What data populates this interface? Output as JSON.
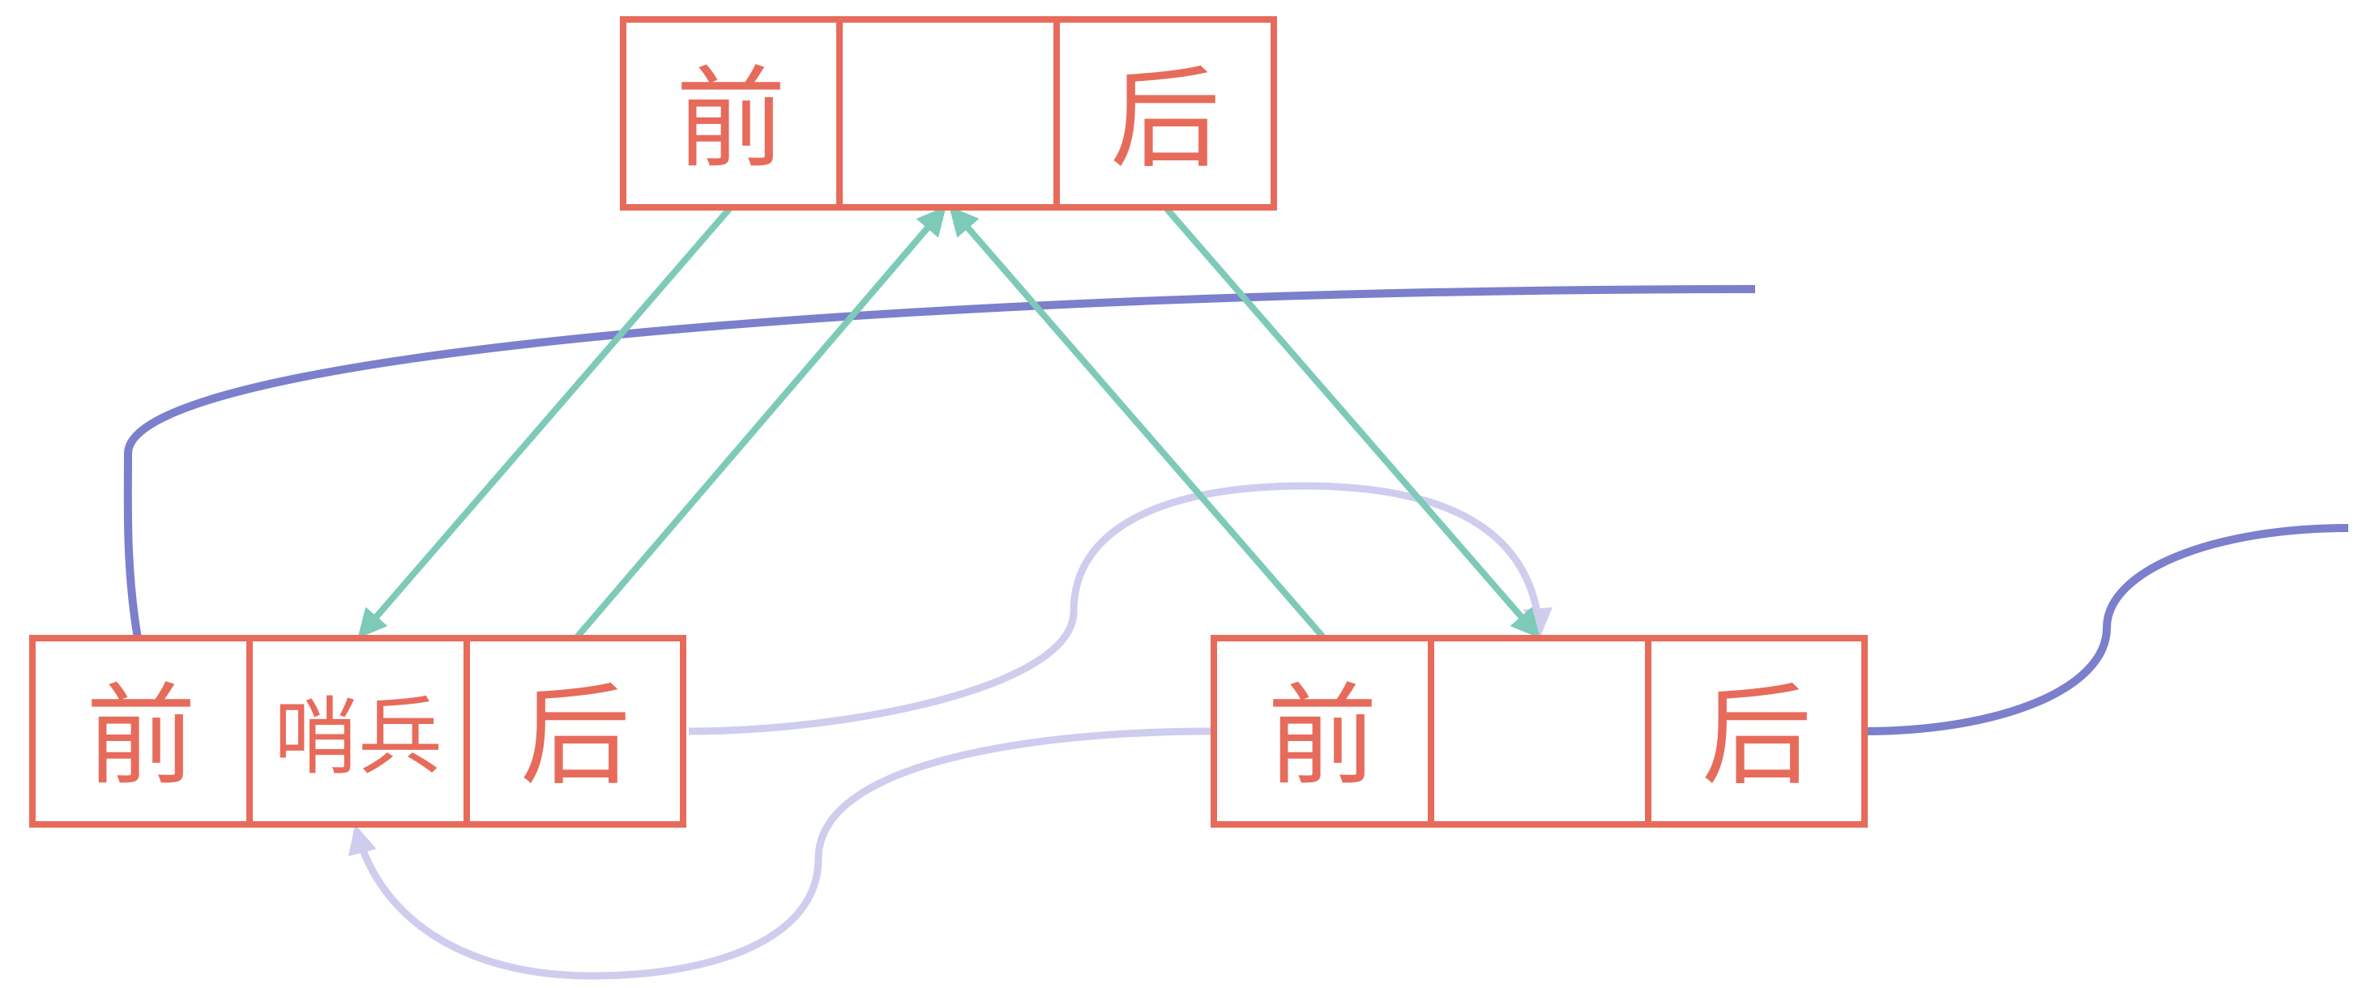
{
  "colors": {
    "box": "#e76b5b",
    "teal_arrow": "#7ecab8",
    "navy_line": "#7b7fcc",
    "lavender_line": "#cfcdee"
  },
  "nodes": {
    "top": {
      "prev_label": "前",
      "middle_label": "",
      "next_label": "后"
    },
    "left": {
      "prev_label": "前",
      "middle_label": "哨兵",
      "next_label": "后"
    },
    "right": {
      "prev_label": "前",
      "middle_label": "",
      "next_label": "后"
    }
  }
}
